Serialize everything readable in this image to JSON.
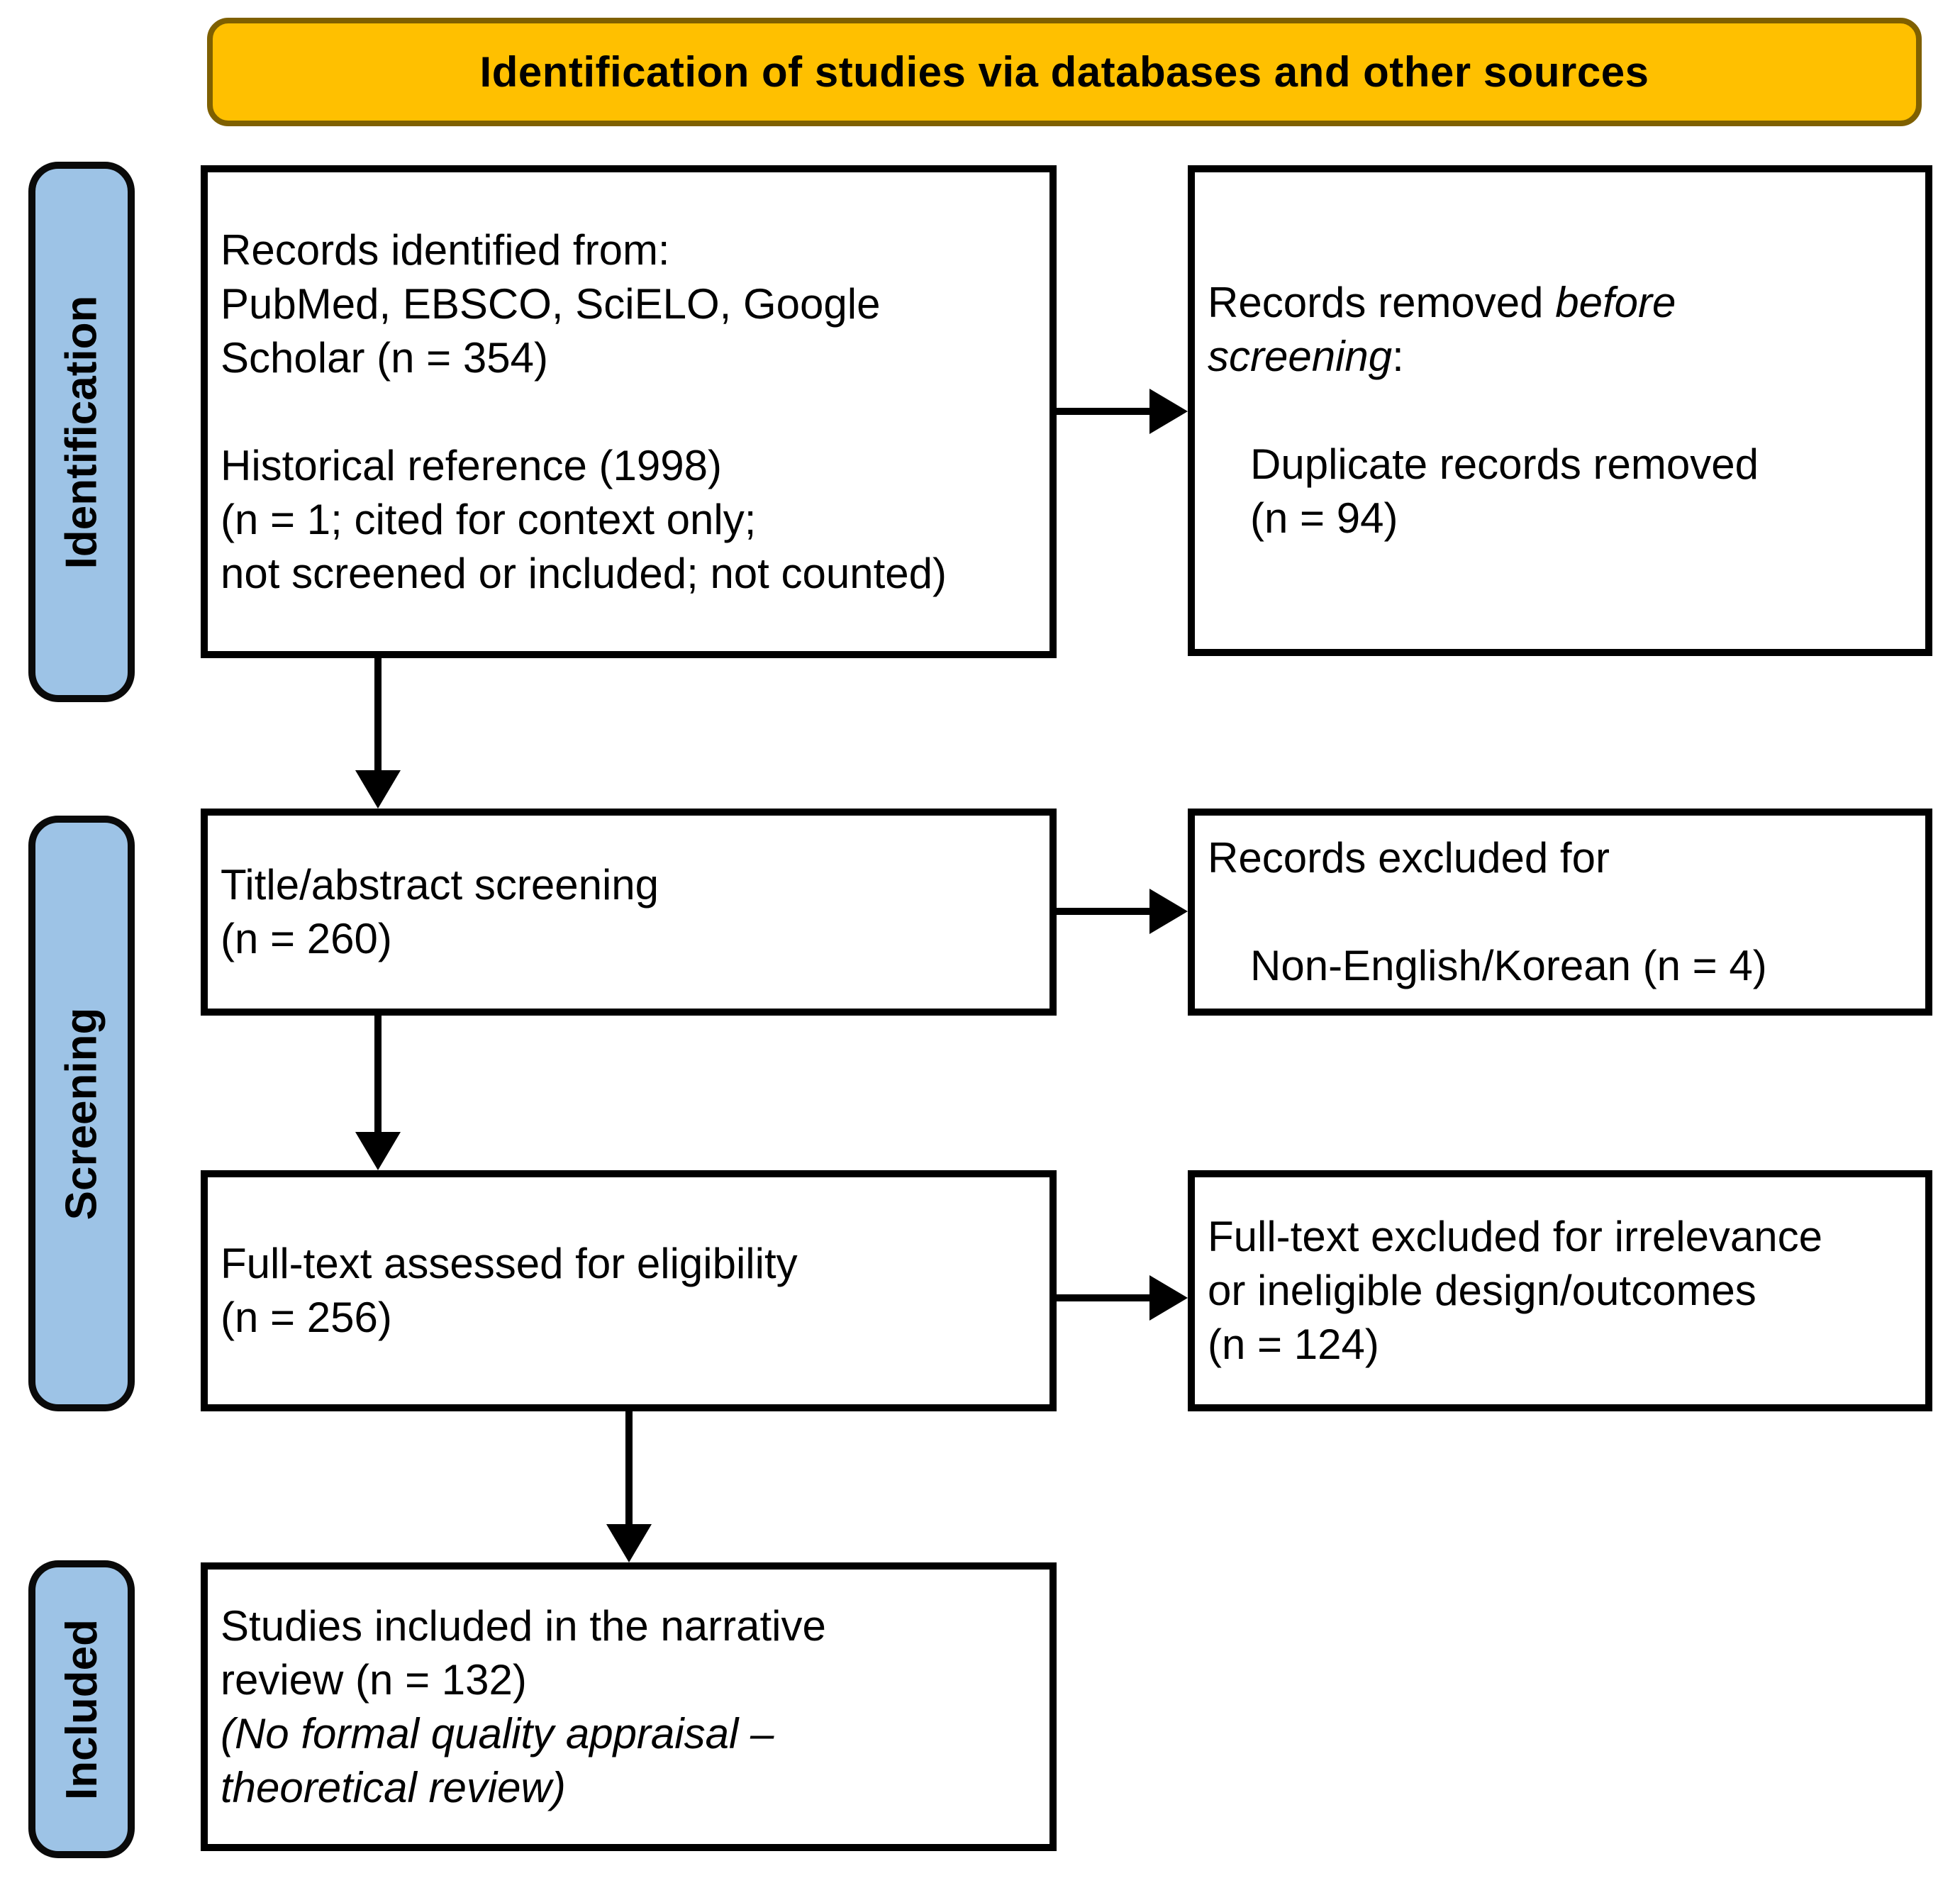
{
  "banner": {
    "text": "Identification of studies via databases and other sources"
  },
  "side_labels": [
    {
      "id": "identification",
      "text": "Identification"
    },
    {
      "id": "screening",
      "text": "Screening"
    },
    {
      "id": "included",
      "text": "Included"
    }
  ],
  "flow_boxes": {
    "records_identified": {
      "lines": [
        {
          "segments": [
            {
              "text": "Records identified from:"
            }
          ]
        },
        {
          "segments": [
            {
              "text": "PubMed, EBSCO, SciELO, Google"
            }
          ]
        },
        {
          "segments": [
            {
              "text": "Scholar (n = 354)"
            }
          ]
        },
        {
          "segments": []
        },
        {
          "segments": [
            {
              "text": "Historical reference (1998)"
            }
          ]
        },
        {
          "segments": [
            {
              "text": "(n = 1; cited for context only;"
            }
          ]
        },
        {
          "segments": [
            {
              "text": "not screened or included; not counted)"
            }
          ]
        }
      ]
    },
    "records_removed": {
      "lines": [
        {
          "segments": [
            {
              "text": "Records removed "
            },
            {
              "text": "before",
              "italic": true
            }
          ]
        },
        {
          "segments": [
            {
              "text": "screening",
              "italic": true
            },
            {
              "text": ":"
            }
          ]
        },
        {
          "segments": []
        },
        {
          "indent": true,
          "segments": [
            {
              "text": "Duplicate records removed"
            }
          ]
        },
        {
          "indent": true,
          "segments": [
            {
              "text": "(n = 94)"
            }
          ]
        }
      ]
    },
    "title_abstract_screening": {
      "lines": [
        {
          "segments": [
            {
              "text": "Title/abstract screening"
            }
          ]
        },
        {
          "segments": [
            {
              "text": "(n = 260)"
            }
          ]
        }
      ]
    },
    "records_excluded": {
      "lines": [
        {
          "segments": [
            {
              "text": "Records excluded for"
            }
          ]
        },
        {
          "segments": []
        },
        {
          "indent": true,
          "segments": [
            {
              "text": "Non-English/Korean (n = 4)"
            }
          ]
        }
      ]
    },
    "fulltext_assessed": {
      "lines": [
        {
          "segments": [
            {
              "text": "Full-text assessed for eligibility"
            }
          ]
        },
        {
          "segments": [
            {
              "text": "(n = 256)"
            }
          ]
        }
      ]
    },
    "fulltext_excluded": {
      "lines": [
        {
          "segments": [
            {
              "text": "Full-text excluded for irrelevance"
            }
          ]
        },
        {
          "segments": [
            {
              "text": "or ineligible design/outcomes"
            }
          ]
        },
        {
          "segments": [
            {
              "text": "(n = 124)"
            }
          ]
        }
      ]
    },
    "studies_included": {
      "lines": [
        {
          "segments": [
            {
              "text": "Studies included in the narrative"
            }
          ]
        },
        {
          "segments": [
            {
              "text": "review (n = 132)"
            }
          ]
        },
        {
          "segments": [
            {
              "text": "(No formal quality appraisal –",
              "italic": true
            }
          ]
        },
        {
          "segments": [
            {
              "text": "theoretical review)",
              "italic": true
            }
          ]
        }
      ]
    }
  },
  "counts": {
    "records_identified": 354,
    "historical_reference": 1,
    "duplicates_removed": 94,
    "title_abstract_screened": 260,
    "non_english_korean_excluded": 4,
    "fulltext_assessed": 256,
    "fulltext_excluded": 124,
    "studies_included": 132
  },
  "colors": {
    "banner_bg": "#FFC000",
    "banner_border": "#7F6000",
    "stage_label_bg": "#9DC3E6",
    "stage_label_border": "#0A0A0A",
    "box_border": "#000000",
    "box_bg": "#FFFFFF",
    "arrow": "#000000",
    "text": "#000000"
  }
}
